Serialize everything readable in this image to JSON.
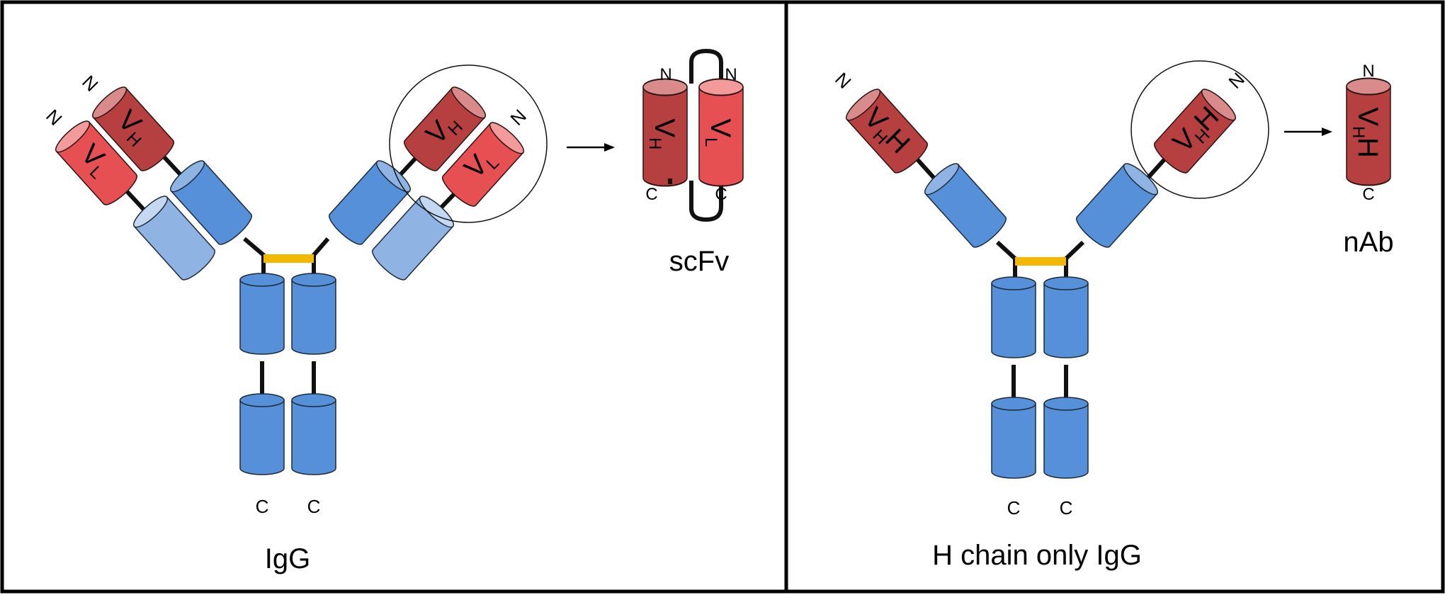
{
  "panels": {
    "left": {
      "caption": "IgG",
      "v_heavy": {
        "main": "V",
        "sub": "H"
      },
      "v_light": {
        "main": "V",
        "sub": "L"
      },
      "n_terminus": "N",
      "c_terminus": "C",
      "fragment": {
        "name": "scFv",
        "v_heavy": {
          "main": "V",
          "sub": "H"
        },
        "v_light": {
          "main": "V",
          "sub": "L"
        },
        "n_terminus": "N",
        "c_terminus": "C"
      }
    },
    "right": {
      "caption": "H chain only IgG",
      "vhh": {
        "main": "V",
        "sub": "H",
        "tail": "H"
      },
      "n_terminus": "N",
      "c_terminus": "C",
      "fragment": {
        "name": "nAb",
        "vhh": {
          "main": "V",
          "sub": "H",
          "tail": "H"
        },
        "n_terminus": "N",
        "c_terminus": "C"
      }
    }
  },
  "colors": {
    "constant_domain": "#5590d8",
    "light_constant_domain": "#8fb4e3",
    "v_heavy": "#b5403f",
    "v_light": "#e65052",
    "disulfide_bond": "#f5b800",
    "linker": "#111111"
  }
}
